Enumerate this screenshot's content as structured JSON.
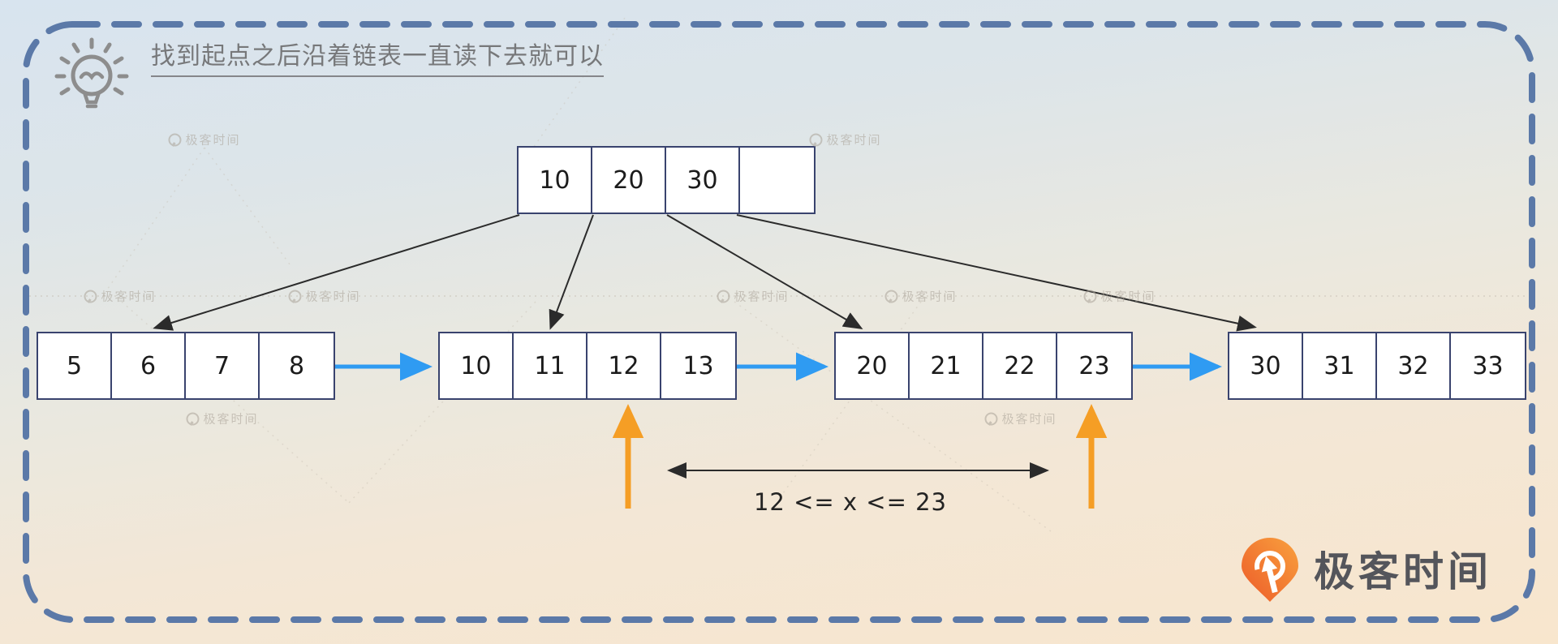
{
  "tip": {
    "text": "找到起点之后沿着链表一直读下去就可以"
  },
  "tree": {
    "root": {
      "cells": [
        "10",
        "20",
        "30",
        ""
      ]
    },
    "leaves": [
      {
        "cells": [
          "5",
          "6",
          "7",
          "8"
        ]
      },
      {
        "cells": [
          "10",
          "11",
          "12",
          "13"
        ]
      },
      {
        "cells": [
          "20",
          "21",
          "22",
          "23"
        ]
      },
      {
        "cells": [
          "30",
          "31",
          "32",
          "33"
        ]
      }
    ]
  },
  "annotation": {
    "range_label": "12 <= x <= 23"
  },
  "watermark": {
    "text": "极客时间"
  },
  "logo": {
    "text": "极客时间"
  },
  "colors": {
    "dashed_border": "#5b79a8",
    "box_border": "#39436e",
    "link_arrow_blue": "#2f9bf2",
    "pointer_arrow_orange": "#f59e25",
    "tree_arrow_black": "#2b2b2b",
    "tip_text_gray": "#77787a",
    "logo_orange_light": "#f9a13e",
    "logo_orange_dark": "#ec5b29"
  }
}
